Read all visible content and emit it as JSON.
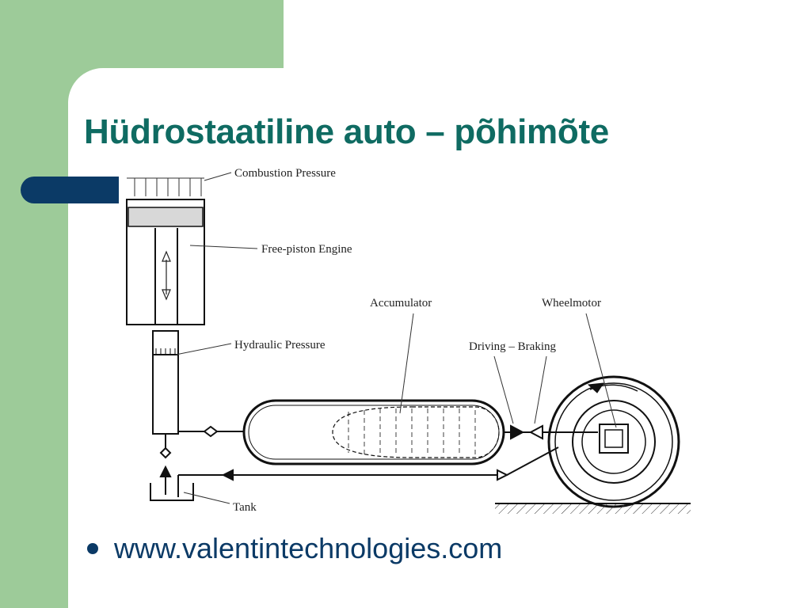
{
  "slide": {
    "title": "Hüdrostaatiline auto – põhimõte",
    "bullets": [
      {
        "text": "www.valentintechnologies.com"
      }
    ]
  },
  "diagram": {
    "labels": {
      "combustion_pressure": "Combustion Pressure",
      "free_piston_engine": "Free-piston Engine",
      "hydraulic_pressure": "Hydraulic Pressure",
      "accumulator": "Accumulator",
      "wheelmotor": "Wheelmotor",
      "driving_braking": "Driving – Braking",
      "tank": "Tank"
    }
  },
  "colors": {
    "green": "#9dcb99",
    "navy": "#0b3a66",
    "title_teal": "#0f6b62"
  }
}
